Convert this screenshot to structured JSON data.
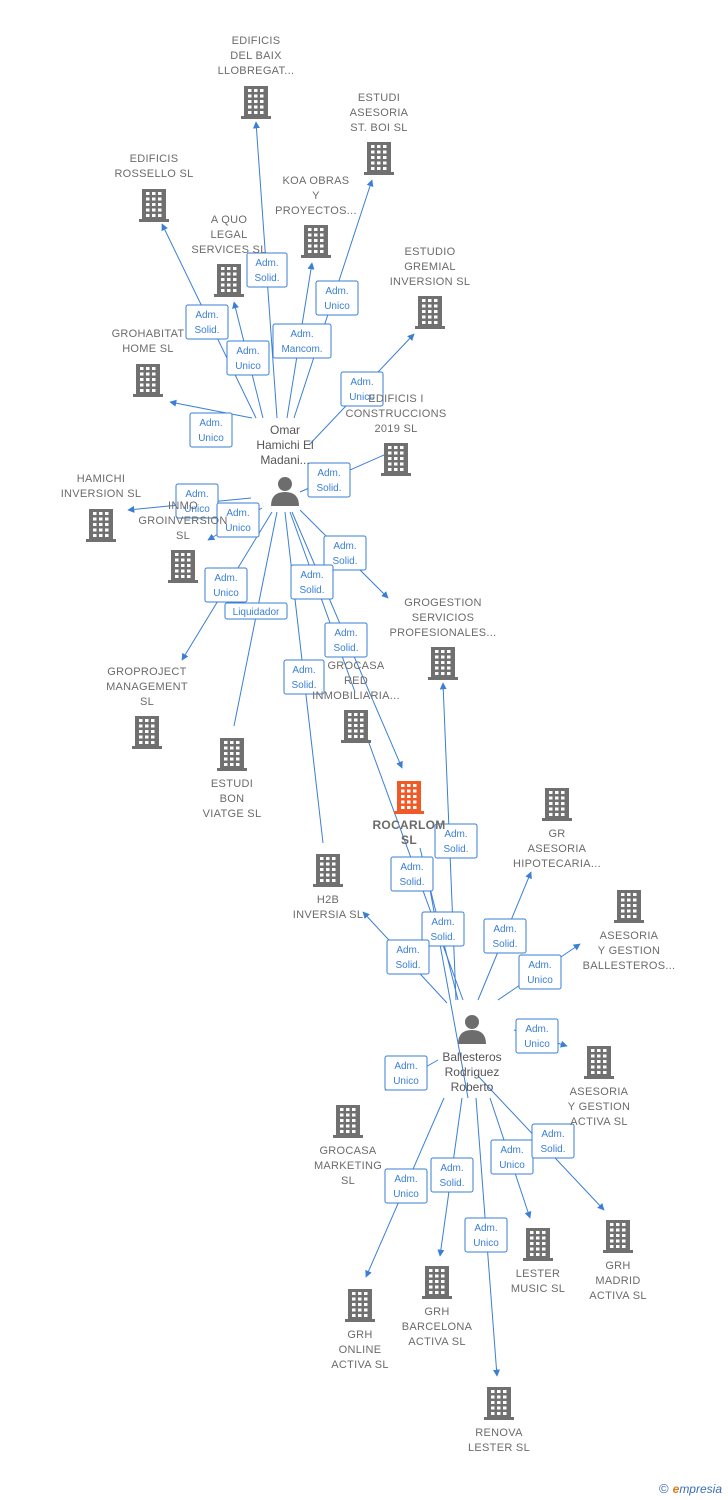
{
  "brand": {
    "copyright": "©",
    "initial": "e",
    "rest": "mpresia"
  },
  "persons": [
    {
      "id": "omar",
      "name": [
        "Omar",
        "Hamichi El",
        "Madani..."
      ]
    },
    {
      "id": "ballesteros",
      "name": [
        "Ballesteros",
        "Rodriguez",
        "Roberto"
      ]
    }
  ],
  "companies": [
    {
      "id": "edificis_baix",
      "name": [
        "EDIFICIS",
        "DEL BAIX",
        "LLOBREGAT..."
      ]
    },
    {
      "id": "estudi_asesoria",
      "name": [
        "ESTUDI",
        "ASESORIA",
        "ST.  BOI SL"
      ]
    },
    {
      "id": "edificis_rossello",
      "name": [
        "EDIFICIS",
        "ROSSELLO  SL"
      ]
    },
    {
      "id": "koa_obras",
      "name": [
        "KOA OBRAS",
        "Y",
        "PROYECTOS..."
      ]
    },
    {
      "id": "a_quo",
      "name": [
        "A QUO",
        "LEGAL",
        "SERVICES  SL"
      ]
    },
    {
      "id": "estudio_gremial",
      "name": [
        "ESTUDIO",
        "GREMIAL",
        "INVERSION SL"
      ]
    },
    {
      "id": "grohabitat",
      "name": [
        "GROHABITAT",
        "HOME  SL"
      ]
    },
    {
      "id": "edificis_construccions",
      "name": [
        "EDIFICIS I",
        "CONSTRUCCIONS",
        "2019  SL"
      ]
    },
    {
      "id": "hamichi_inversion",
      "name": [
        "HAMICHI",
        "INVERSION  SL"
      ]
    },
    {
      "id": "inmo_groinversion",
      "name": [
        "INMO",
        "GROINVERSION",
        "SL"
      ]
    },
    {
      "id": "grogestion",
      "name": [
        "GROGESTION",
        "SERVICIOS",
        "PROFESIONALES..."
      ]
    },
    {
      "id": "groproject",
      "name": [
        "GROPROJECT",
        "MANAGEMENT",
        "SL"
      ]
    },
    {
      "id": "grocasa_red",
      "name": [
        "GROCASA",
        "RED",
        "INMOBILIARIA..."
      ]
    },
    {
      "id": "estudi_bon_viatge",
      "name": [
        "ESTUDI",
        "BON",
        "VIATGE  SL"
      ]
    },
    {
      "id": "rocarlom",
      "name": [
        "ROCARLOM",
        "SL"
      ],
      "focus": true
    },
    {
      "id": "gr_asesoria",
      "name": [
        "GR",
        "ASESORIA",
        "HIPOTECARIA..."
      ]
    },
    {
      "id": "h2b",
      "name": [
        "H2B",
        "INVERSIA  SL"
      ]
    },
    {
      "id": "asesoria_ballesteros",
      "name": [
        "ASESORIA",
        "Y GESTION",
        "BALLESTEROS..."
      ]
    },
    {
      "id": "asesoria_activa",
      "name": [
        "ASESORIA",
        "Y GESTION",
        "ACTIVA  SL"
      ]
    },
    {
      "id": "grocasa_marketing",
      "name": [
        "GROCASA",
        "MARKETING",
        "SL"
      ]
    },
    {
      "id": "lester_music",
      "name": [
        "LESTER",
        "MUSIC  SL"
      ]
    },
    {
      "id": "grh_madrid",
      "name": [
        "GRH",
        "MADRID",
        "ACTIVA  SL"
      ]
    },
    {
      "id": "grh_online",
      "name": [
        "GRH",
        "ONLINE",
        "ACTIVA  SL"
      ]
    },
    {
      "id": "grh_barcelona",
      "name": [
        "GRH",
        "BARCELONA",
        "ACTIVA  SL"
      ]
    },
    {
      "id": "renova_lester",
      "name": [
        "RENOVA",
        "LESTER  SL"
      ]
    }
  ],
  "relations": [
    {
      "label": [
        "Adm.",
        "Solid."
      ]
    },
    {
      "label": [
        "Adm.",
        "Unico"
      ]
    },
    {
      "label": [
        "Adm.",
        "Solid."
      ]
    },
    {
      "label": [
        "Adm.",
        "Mancom."
      ]
    },
    {
      "label": [
        "Adm.",
        "Unico"
      ]
    },
    {
      "label": [
        "Adm.",
        "Unico"
      ]
    },
    {
      "label": [
        "Adm.",
        "Unico"
      ]
    },
    {
      "label": [
        "Adm.",
        "Solid."
      ]
    },
    {
      "label": [
        "Adm.",
        "Unico"
      ]
    },
    {
      "label": [
        "Adm.",
        "Unico"
      ]
    },
    {
      "label": [
        "Adm.",
        "Solid."
      ]
    },
    {
      "label": [
        "Adm.",
        "Unico"
      ]
    },
    {
      "label": [
        "Liquidador"
      ]
    },
    {
      "label": [
        "Adm.",
        "Solid."
      ]
    },
    {
      "label": [
        "Adm.",
        "Solid."
      ]
    },
    {
      "label": [
        "Adm.",
        "Solid."
      ]
    },
    {
      "label": [
        "Adm.",
        "Solid."
      ]
    },
    {
      "label": [
        "Adm.",
        "Solid."
      ]
    },
    {
      "label": [
        "Adm.",
        "Solid."
      ]
    },
    {
      "label": [
        "Adm.",
        "Solid."
      ]
    },
    {
      "label": [
        "Adm.",
        "Solid."
      ]
    },
    {
      "label": [
        "Adm.",
        "Unico"
      ]
    },
    {
      "label": [
        "Adm.",
        "Unico"
      ]
    },
    {
      "label": [
        "Adm.",
        "Unico"
      ]
    },
    {
      "label": [
        "Adm.",
        "Unico"
      ]
    },
    {
      "label": [
        "Adm.",
        "Solid."
      ]
    },
    {
      "label": [
        "Adm.",
        "Unico"
      ]
    },
    {
      "label": [
        "Adm.",
        "Solid."
      ]
    },
    {
      "label": [
        "Adm.",
        "Unico"
      ]
    },
    {
      "label": [
        "Adm.",
        "Unico"
      ]
    }
  ]
}
